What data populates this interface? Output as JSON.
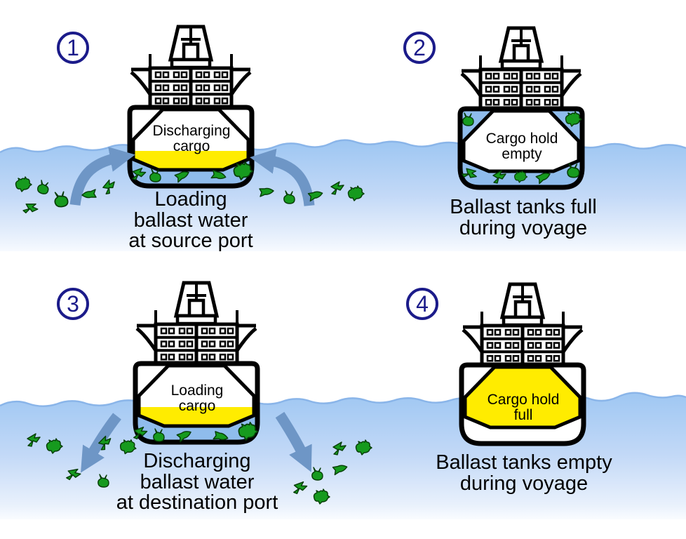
{
  "panels": [
    {
      "number": "1",
      "hold_label": [
        "Discharging",
        "cargo"
      ],
      "caption": [
        "Loading",
        "ballast water",
        "at source port"
      ]
    },
    {
      "number": "2",
      "hold_label": [
        "Cargo hold",
        "empty"
      ],
      "caption": [
        "Ballast tanks full",
        "during voyage"
      ]
    },
    {
      "number": "3",
      "hold_label": [
        "Loading",
        "cargo"
      ],
      "caption": [
        "Discharging",
        "ballast water",
        "at destination port"
      ]
    },
    {
      "number": "4",
      "hold_label": [
        "Cargo hold",
        "full"
      ],
      "caption": [
        "Ballast tanks empty",
        "during voyage"
      ]
    }
  ],
  "colors": {
    "water_blue": "#9dc6f2",
    "ballast_blue": "#8fbcec",
    "cargo_yellow": "#ffec00",
    "organism_green": "#169a1e",
    "arrow_blue": "#6e96c6",
    "badge_navy": "#1b1b8a",
    "outline_black": "#000000"
  },
  "critter_variants": {
    "a": "crab-organism",
    "b": "dart-organism",
    "c": "snail-organism",
    "d": "fish-organism"
  },
  "organisms": {
    "panel1_source_water": [
      [
        33,
        263,
        "a",
        0,
        1
      ],
      [
        62,
        269,
        "c",
        15,
        1
      ],
      [
        88,
        286,
        "c",
        -10,
        1.2
      ],
      [
        44,
        297,
        "b",
        30,
        1
      ],
      [
        127,
        277,
        "d",
        0,
        1
      ],
      [
        156,
        266,
        "b",
        -20,
        1
      ],
      [
        380,
        273,
        "d",
        180,
        1
      ],
      [
        413,
        283,
        "c",
        0,
        1
      ],
      [
        450,
        278,
        "d",
        170,
        1
      ],
      [
        481,
        268,
        "b",
        0,
        1
      ]
    ],
    "panel1_ballast_tank": [
      [
        198,
        248,
        "b",
        10,
        1
      ],
      [
        222,
        252,
        "c",
        0,
        1
      ],
      [
        260,
        250,
        "d",
        160,
        1
      ],
      [
        312,
        250,
        "d",
        200,
        1
      ],
      [
        346,
        244,
        "a",
        0,
        1.2
      ]
    ],
    "panel2_ballast_tank": [
      [
        668,
        172,
        "c",
        0,
        1
      ],
      [
        817,
        170,
        "a",
        0,
        1
      ],
      [
        670,
        248,
        "b",
        45,
        1
      ],
      [
        712,
        252,
        "b",
        0,
        1
      ],
      [
        742,
        252,
        "a",
        0,
        0.8
      ],
      [
        775,
        252,
        "d",
        160,
        1
      ],
      [
        818,
        245,
        "c",
        0,
        1.1
      ]
    ],
    "panel2_water": [
      [
        507,
        276,
        "a",
        0,
        1
      ]
    ],
    "panel3_dest_water": [
      [
        48,
        627,
        "b",
        0,
        1
      ],
      [
        77,
        636,
        "a",
        0,
        1
      ],
      [
        150,
        631,
        "b",
        -15,
        1
      ],
      [
        182,
        637,
        "a",
        10,
        1
      ],
      [
        105,
        676,
        "b",
        20,
        1
      ],
      [
        148,
        687,
        "c",
        0,
        1
      ]
    ],
    "panel3_ballast_tank": [
      [
        200,
        617,
        "b",
        10,
        1
      ],
      [
        227,
        622,
        "c",
        0,
        1
      ],
      [
        263,
        620,
        "d",
        160,
        1
      ],
      [
        315,
        622,
        "d",
        200,
        1
      ],
      [
        353,
        615,
        "a",
        0,
        1.2
      ]
    ],
    "discharged_cluster": [
      [
        484,
        639,
        "b",
        0,
        1
      ],
      [
        518,
        638,
        "a",
        0,
        1
      ],
      [
        485,
        668,
        "d",
        170,
        1
      ],
      [
        453,
        677,
        "c",
        0,
        1
      ],
      [
        428,
        695,
        "b",
        10,
        1
      ],
      [
        458,
        708,
        "a",
        0,
        1
      ]
    ]
  }
}
